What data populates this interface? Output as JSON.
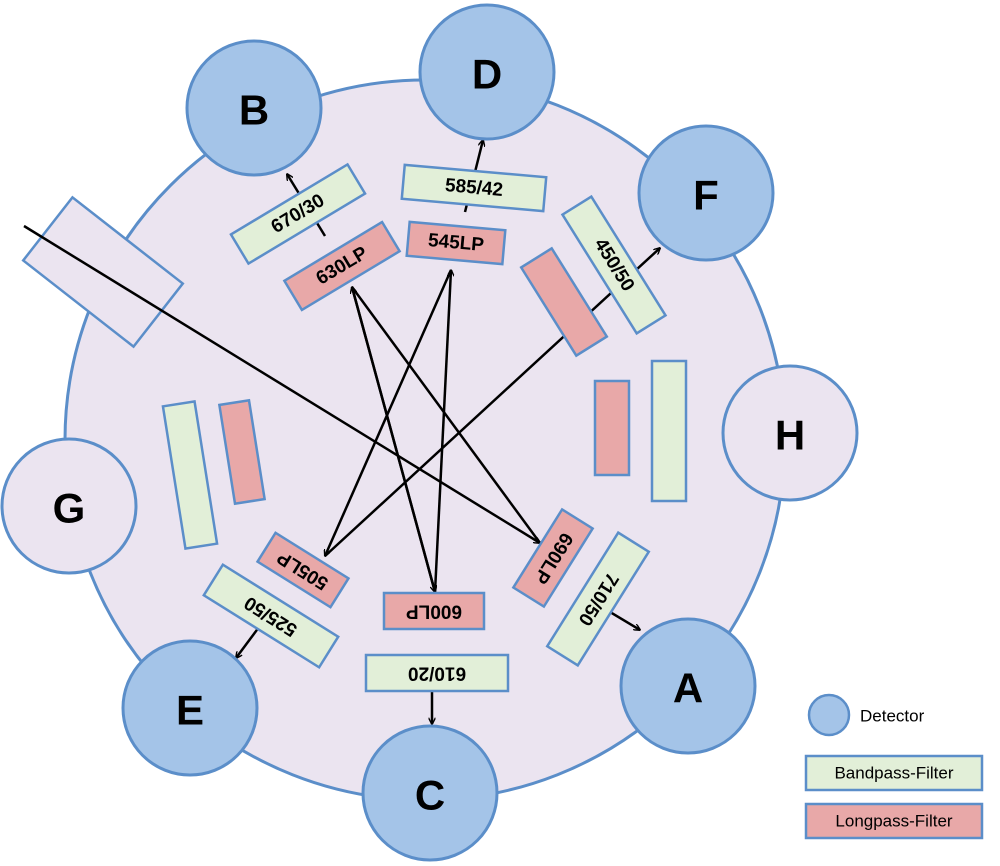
{
  "colors": {
    "background": "#ffffff",
    "chamber_fill": "#ebe4f0",
    "outline": "#5b8ec9",
    "detector_fill": "#a4c4e8",
    "bandpass_fill": "#e2efd8",
    "longpass_fill": "#e8a8a8",
    "line": "#000000"
  },
  "detectors": {
    "a": "A",
    "b": "B",
    "c": "C",
    "d": "D",
    "e": "E",
    "f": "F",
    "g": "G",
    "h": "H"
  },
  "filters": {
    "b_bandpass": "670/30",
    "b_longpass": "630LP",
    "d_bandpass": "585/42",
    "d_longpass": "545LP",
    "f_bandpass": "450/50",
    "e_bandpass": "525/50",
    "e_longpass": "505LP",
    "c_bandpass": "610/20",
    "c_longpass": "600LP",
    "a_bandpass": "710/50",
    "a_longpass": "690LP"
  },
  "legend": {
    "detector": "Detector",
    "bandpass": "Bandpass-Filter",
    "longpass": "Longpass-Filter"
  }
}
